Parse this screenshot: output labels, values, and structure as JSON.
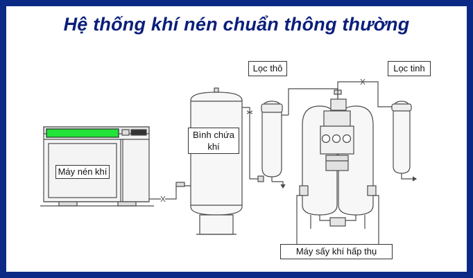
{
  "title": "Hệ thống khí nén chuẩn thông thường",
  "labels": {
    "compressor": "Máy nén khí",
    "tank": "Bình chứa khí",
    "coarse_filter": "Lọc thô",
    "fine_filter": "Lọc tinh",
    "dryer": "Máy sấy khí hấp thụ"
  },
  "colors": {
    "border": "#0a2a86",
    "title": "#0b1f7a",
    "compressor_panel": "#22e33a",
    "line": "#4a4a4a"
  }
}
